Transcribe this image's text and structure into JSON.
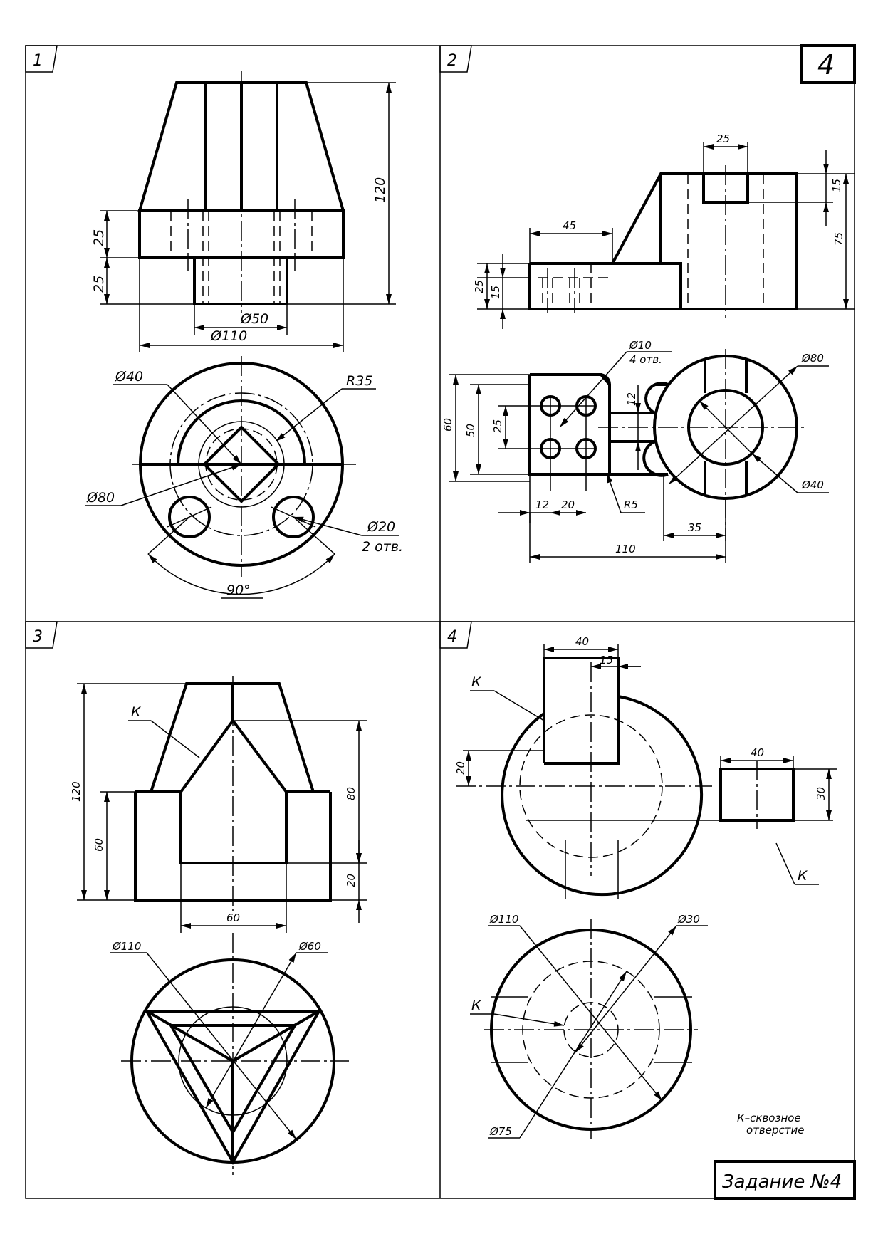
{
  "sheet": {
    "variant": "4",
    "assignment": "Задание №4",
    "note_line1": "К–сквозное",
    "note_line2": "отверстие"
  },
  "panels": [
    {
      "number": "1",
      "dims": {
        "h_total": "120",
        "h_middle": "25",
        "h_bottom": "25",
        "d_neck": "Ø50",
        "d_body": "Ø110",
        "d_hole": "Ø40",
        "r_step": "R35",
        "d_circle": "Ø80",
        "d_small": "Ø20",
        "d_small_note": "2 отв.",
        "angle": "90°"
      }
    },
    {
      "number": "2",
      "dims": {
        "slot_w": "25",
        "slot_h": "15",
        "h_total": "75",
        "rib_len": "45",
        "base_h": "25",
        "base_h2": "15",
        "hole_d": "Ø10",
        "hole_note": "4 отв.",
        "d_outer": "Ø80",
        "d_inner": "Ø40",
        "w_60": "60",
        "w_50": "50",
        "w_25": "25",
        "gap_12": "12",
        "off_12": "12",
        "off_20": "20",
        "r5": "R5",
        "dist_35": "35",
        "len_110": "110"
      }
    },
    {
      "number": "3",
      "dims": {
        "h_total": "120",
        "h_base": "60",
        "h_80": "80",
        "h_20": "20",
        "w_60": "60",
        "k": "К",
        "d_outer": "Ø110",
        "d_inner": "Ø60"
      }
    },
    {
      "number": "4",
      "dims": {
        "w_40": "40",
        "w_15": "15",
        "k_top": "К",
        "h_20": "20",
        "block_w": "40",
        "block_h": "30",
        "k_side": "К",
        "d_110": "Ø110",
        "d_30": "Ø30",
        "k_plan": "К",
        "d_75": "Ø75"
      }
    }
  ]
}
